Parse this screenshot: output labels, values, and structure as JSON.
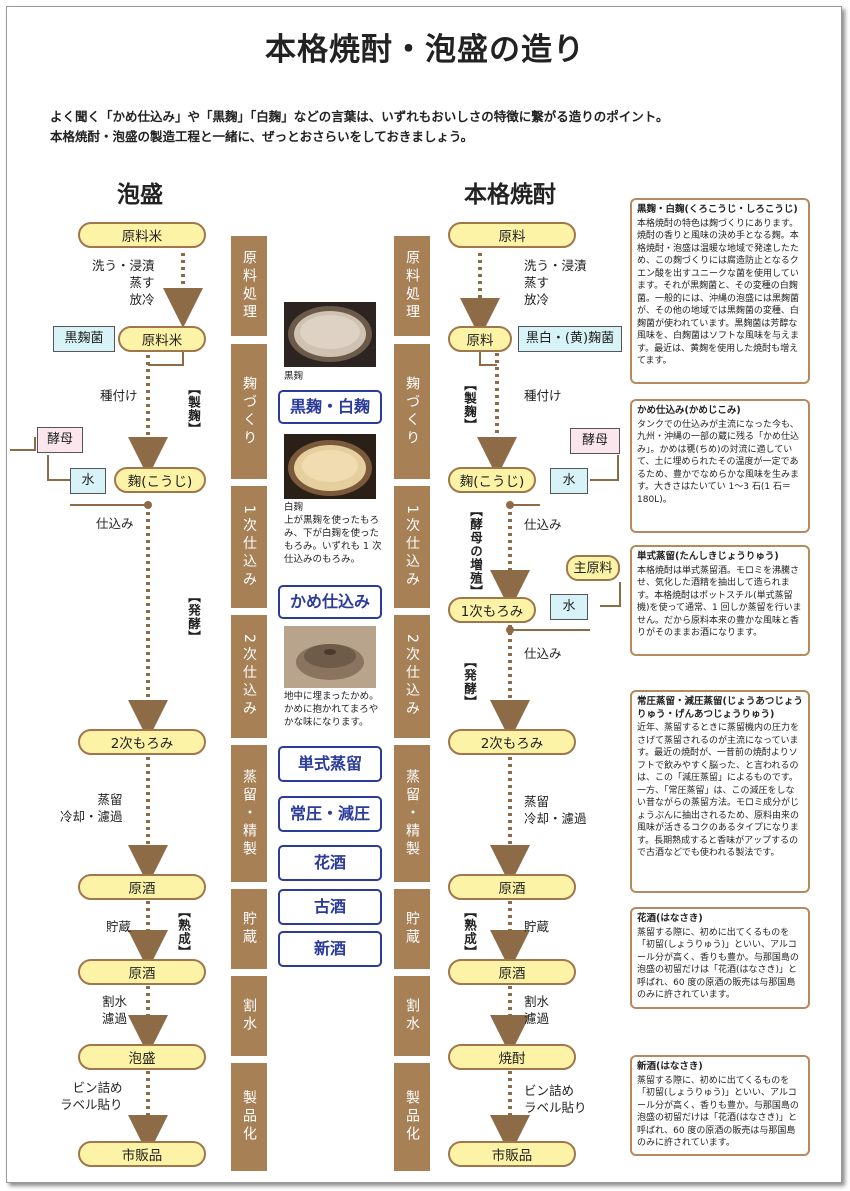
{
  "title": "本格焼酎・泡盛の造り",
  "intro": [
    "よく聞く「かめ仕込み」や「黒麹」「白麹」などの言葉は、いずれもおいしさの特徴に繋がる造りのポイント。",
    "本格焼酎・泡盛の製造工程と一緒に、ぜっとおさらいをしておきましょう。"
  ],
  "awamori": {
    "heading": "泡盛",
    "nodes": [
      "原料米",
      "原料米",
      "麹(こうじ)",
      "2次もろみ",
      "原酒",
      "原酒",
      "泡盛",
      "市販品"
    ],
    "tags": {
      "koji": "黒麹菌",
      "yeast": "酵母",
      "water": "水"
    },
    "labels": {
      "wash": "洗う・浸漬\n蒸す\n放冷",
      "inoculate": "種付け",
      "shikomi": "仕込み",
      "distill": "蒸留\n冷却・濾過",
      "age": "貯蔵",
      "dilute": "割水\n濾過",
      "bottle": "ビン詰め\nラベル貼り"
    },
    "brackets": {
      "koji": "【製麹】",
      "ferment": "【発酵】",
      "mature": "【熟成】"
    }
  },
  "shochu": {
    "heading": "本格焼酎",
    "nodes": [
      "原料",
      "原料",
      "麹(こうじ)",
      "1次もろみ",
      "2次もろみ",
      "原酒",
      "原酒",
      "焼酎",
      "市販品"
    ],
    "tags": {
      "koji": "黒白・(黄)麹菌",
      "yeast": "酵母",
      "water1": "水",
      "main": "主原料",
      "water2": "水"
    },
    "labels": {
      "wash": "洗う・浸漬\n蒸す\n放冷",
      "inoculate": "種付け",
      "shikomi1": "仕込み",
      "shikomi2": "仕込み",
      "distill": "蒸留\n冷却・濾過",
      "age": "貯蔵",
      "dilute": "割水\n濾過",
      "bottle": "ビン詰め\nラベル貼り"
    },
    "brackets": {
      "koji": "【製麹】",
      "yeast": "【酵母の増殖】",
      "ferment": "【発酵】",
      "mature": "【熟成】"
    }
  },
  "stages": [
    "原料処理",
    "麹づくり",
    "1次仕込み",
    "2次仕込み",
    "蒸留・精製",
    "貯蔵",
    "割水",
    "製品化"
  ],
  "center": {
    "photo_caps": [
      "黒麹",
      "白麹"
    ],
    "shiro_text": "上が黒麹を使ったもろみ、下が白麹を使ったもろみ。いずれも 1 次仕込みのもろみ。",
    "kame_text": "地中に埋まったかめ。かめに抱かれてまろやかな味になります。",
    "buttons": [
      "黒麹・白麹",
      "かめ仕込み",
      "単式蒸留",
      "常圧・減圧",
      "花酒",
      "古酒",
      "新酒"
    ]
  },
  "notes": [
    {
      "head": "黒麹・白麹(くろこうじ・しろこうじ)",
      "body": [
        "本格焼酎の特色は麹づくりにあります。焼酎の香りと風味の決め手となる麹。本格焼酎・泡盛は温暖な地域で発達したため、この麹づくりには腐造防止となるクエン酸を出すユニークな菌を使用しています。それが黒麹菌と、その変種の白麹菌。一般的には、沖縄の泡盛には黒麹菌が、その他の地域では黒麹菌の変種、白麹菌が使われています。黒麹菌は芳醇な風味を、白麹菌はソフトな風味を与えます。最近は、黄麹を使用した焼酎も増えてます。"
      ]
    },
    {
      "head": "かめ仕込み(かめじこみ)",
      "body": [
        "タンクでの仕込みが主流になった今も、九州・沖縄の一部の蔵に残る「かめ仕込み」。かめは甕(ちめ)の対流に適していて、土に埋められたその温度が一定であるため、豊かでなめらかな風味を生みます。大きさはたいてい 1～3 石(1 石＝180L)。"
      ]
    },
    {
      "head": "単式蒸留(たんしきじょうりゅう)",
      "body": [
        "本格焼酎は単式蒸留酒。モロミを沸騰させ、気化した酒精を抽出して造られます。本格焼酎はポットスチル(単式蒸留機)を使って通常、1 回しか蒸留を行いません。だから原料本来の豊かな風味と香りがそのままお酒になります。"
      ]
    },
    {
      "head": "常圧蒸留・減圧蒸留(じょうあつじょうりゅう・げんあつじょうりゅう)",
      "body": [
        "近年、蒸留するときに蒸留機内の圧力をさげて蒸留されるのが主流になっています。最近の焼酎が、一昔前の焼酎よりソフトで飲みやすく脳った、と言われるのは、この「減圧蒸留」によるものです。",
        "一方、「常圧蒸留」は、この減圧をしない昔ながらの蒸留方法。モロミ成分がじょうぶんに抽出されるため、原料由来の風味が活きるコクのあるタイプになります。長期熟成すると香味がアップするので古酒などでも使われる製法です。"
      ]
    },
    {
      "head": "花酒(はなさき)",
      "body": [
        "蒸留する際に、初めに出てくるものを「初留(しょうりゅう)」といい、アルコール分が高く、香りも豊か。与那国島の泡盛の初留だけは「花酒(はなさき)」と呼ばれ、60 度の原酒の販売は与那国島のみに許されています。"
      ]
    },
    {
      "head": "新酒(はなさき)",
      "body": [
        "蒸留する際に、初めに出てくるものを「初留(しょうりゅう)」といい、アルコール分が高く、香りも豊か。与那国島の泡盛の初留だけは「花酒(はなさき)」と呼ばれ、60 度の原酒の販売は与那国島のみに許されています。"
      ]
    }
  ]
}
